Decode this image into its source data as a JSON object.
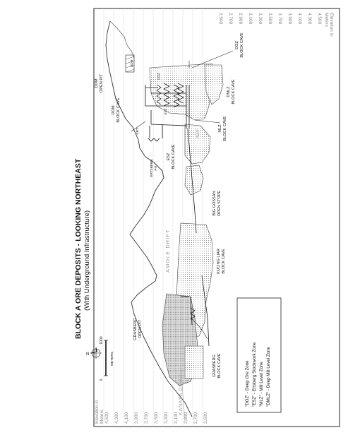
{
  "title": {
    "line1": "BLOCK A ORE DEPOSITS - LOOKING NORTHEAST",
    "line2": "(With Underground Infrastructure)"
  },
  "elevation_axis": {
    "heading_line1": "Elevation in",
    "heading_line2": "Meters",
    "ticks": [
      "4,500",
      "4,300",
      "4,100",
      "3,900",
      "3,700",
      "3,500",
      "3,300",
      "3,100",
      "2,900",
      "2,700",
      "2,500"
    ]
  },
  "scale_bar": {
    "zero": "0",
    "max": "1000",
    "unit": "METERS"
  },
  "labels": {
    "doz_block_cave": [
      "DOZ",
      "BLOCK CAVE"
    ],
    "dmlz_block_cave": [
      "DMLZ",
      "BLOCK CAVE"
    ],
    "dom_open_pit": [
      "DOM",
      "OPEN PIT"
    ],
    "dom_block_cave": [
      "DOM",
      "BLOCK CAVE"
    ],
    "mlz_block_cave": [
      "MLZ",
      "BLOCK CAVE"
    ],
    "esz_block_cave": [
      "ESZ",
      "BLOCK CAVE"
    ],
    "ertsberg_pit": [
      "ERTSBERG",
      "PIT"
    ],
    "big_gossan": [
      "BIG GOSSAN",
      "OPEN STOPE"
    ],
    "kucing_liar": [
      "KUCING LIAR",
      "BLOCK CAVE"
    ],
    "grasberg_pit": [
      "GRASBERG",
      "OPEN PIT"
    ],
    "grasberg_cave": [
      "GRASBERG",
      "BLOCK CAVE"
    ],
    "doz_small": "DOZ",
    "esz_small": "ESZ",
    "gbt": "GBT",
    "dom_small": "DOM"
  },
  "drifts": {
    "adit": "ADIT",
    "amole": "AMOLE DRIFT",
    "kanaya": "KANAYA DRIFT"
  },
  "legend": [
    "\"DOZ\" - Deep Ore Zone",
    "\"ESZ\" - Ertsberg Stockwork Zone",
    "\"MLZ\" - Mill Level Zone",
    "\"DMLZ\" - Deep Mill Level Zone"
  ]
}
